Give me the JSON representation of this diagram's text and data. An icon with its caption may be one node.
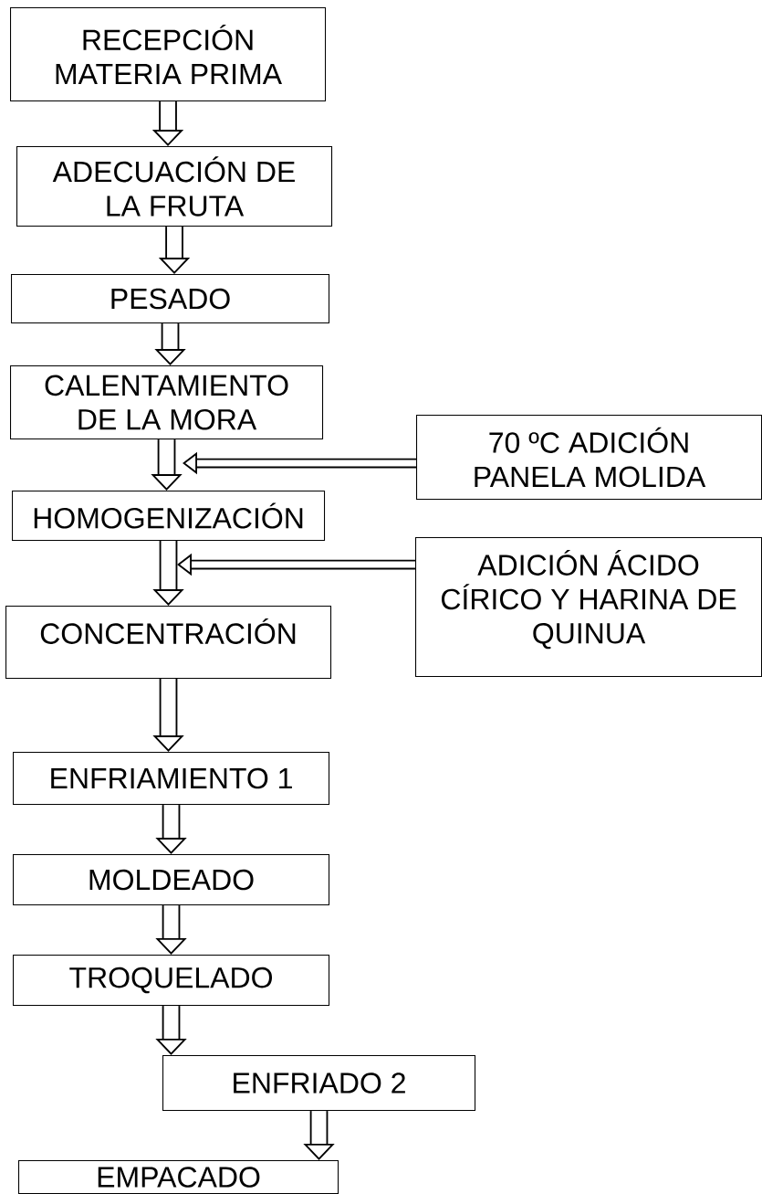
{
  "diagram": {
    "nodes": [
      {
        "text": [
          "RECEPCIÓN MATERIA PRIMA"
        ]
      },
      {
        "text": [
          "ADECUACIÓN DE LA FRUTA"
        ]
      },
      {
        "text": [
          "PESADO"
        ]
      },
      {
        "text": [
          "CALENTAMIENTO DE LA MORA"
        ]
      },
      {
        "text": [
          "70 ºC ADICIÓN PANELA MOLIDA"
        ]
      },
      {
        "text": [
          "HOMOGENIZACIÓN"
        ]
      },
      {
        "text": [
          "ADICIÓN ÁCIDO CÍRICO Y HARINA DE QUINUA"
        ]
      },
      {
        "text": [
          "CONCENTRACIÓN"
        ]
      },
      {
        "text": [
          "ENFRIAMIENTO 1"
        ]
      },
      {
        "text": [
          "MOLDEADO"
        ]
      },
      {
        "text": [
          "TROQUELADO"
        ]
      },
      {
        "text": [
          "ENFRIADO 2"
        ]
      },
      {
        "text": [
          "EMPACADO"
        ]
      }
    ],
    "edges": [
      {
        "from": 0,
        "to": 1,
        "arrow": "to"
      },
      {
        "from": 1,
        "to": 2,
        "arrow": "to"
      },
      {
        "from": 2,
        "to": 3,
        "arrow": "to"
      },
      {
        "from": 3,
        "to": 5,
        "arrow": "to"
      },
      {
        "from": 4,
        "to": null,
        "arrow": "to"
      },
      {
        "from": 5,
        "to": 7,
        "arrow": "to"
      },
      {
        "from": 6,
        "to": null,
        "arrow": "to"
      },
      {
        "from": 7,
        "to": 8,
        "arrow": "to"
      },
      {
        "from": 8,
        "to": 9,
        "arrow": "to"
      },
      {
        "from": 9,
        "to": 10,
        "arrow": "to"
      },
      {
        "from": 10,
        "to": 11,
        "arrow": "to"
      },
      {
        "from": 11,
        "to": 12,
        "arrow": "to"
      }
    ]
  }
}
